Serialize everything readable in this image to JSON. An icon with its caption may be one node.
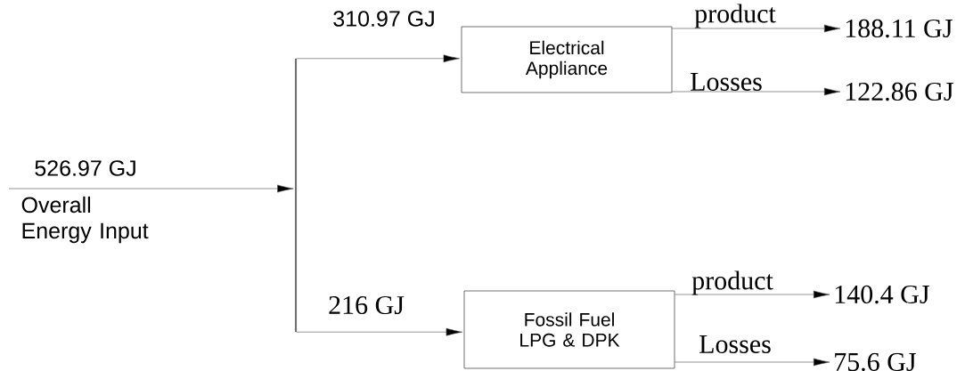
{
  "diagram": {
    "nodes": [
      {
        "text": [],
        "shape": "bar"
      },
      {
        "text": [
          "Electrical Appliance"
        ]
      },
      {
        "text": [
          "Fossil Fuel LPG & DPK"
        ]
      },
      {
        "text": [
          "188.11 GJ"
        ]
      },
      {
        "text": [
          "122.86 GJ"
        ]
      },
      {
        "text": [
          "140.4 GJ"
        ]
      },
      {
        "text": [
          "75.6 GJ"
        ]
      }
    ],
    "edges": [
      {
        "from": null,
        "to": 0,
        "arrow": "to",
        "label": "526.97 GJ"
      },
      {
        "from": 0,
        "to": 1,
        "arrow": "to",
        "label": "310.97 GJ"
      },
      {
        "from": 0,
        "to": 2,
        "arrow": "to",
        "label": "216 GJ"
      },
      {
        "from": 1,
        "to": 3,
        "arrow": "to",
        "label": "product"
      },
      {
        "from": 1,
        "to": 4,
        "arrow": "to",
        "label": "Losses"
      },
      {
        "from": 2,
        "to": 5,
        "arrow": "to",
        "label": "product"
      },
      {
        "from": 2,
        "to": 6,
        "arrow": "to",
        "label": "Losses"
      }
    ],
    "labels": [
      "Overall Energy Input"
    ]
  }
}
